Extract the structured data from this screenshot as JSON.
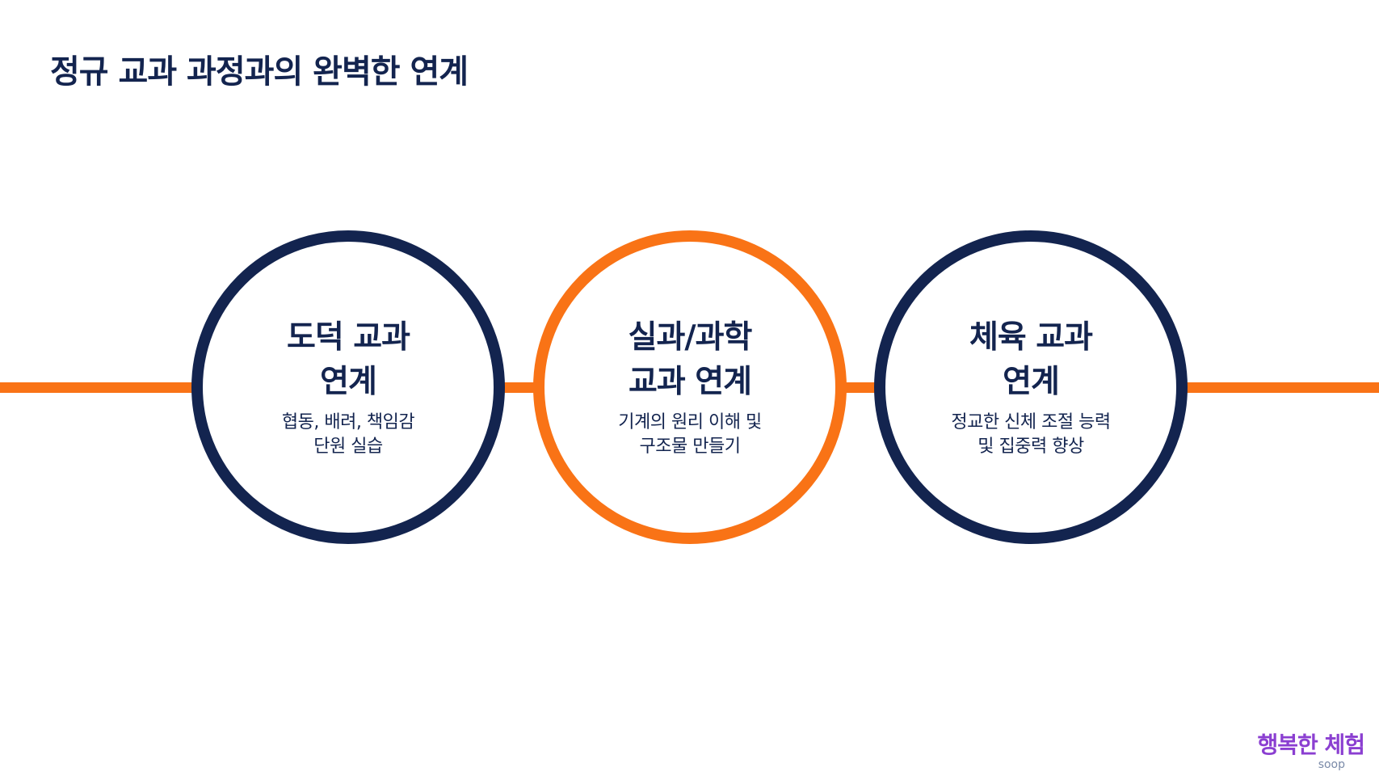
{
  "title": "정규 교과 과정과의 완벽한 연계",
  "circles": [
    {
      "title": [
        "도덕 교과",
        "연계"
      ],
      "desc": [
        "협동, 배려, 책임감",
        "단원 실습"
      ]
    },
    {
      "title": [
        "실과/과학",
        "교과 연계"
      ],
      "desc": [
        "기계의 원리 이해 및",
        "구조물 만들기"
      ]
    },
    {
      "title": [
        "체육 교과",
        "연계"
      ],
      "desc": [
        "정교한 신체 조절 능력",
        "및 집중력 향상"
      ]
    }
  ],
  "logo": {
    "text": "행복한 체험",
    "sub": "soop"
  },
  "colors": {
    "navy": "#13244f",
    "orange": "#f97316"
  }
}
